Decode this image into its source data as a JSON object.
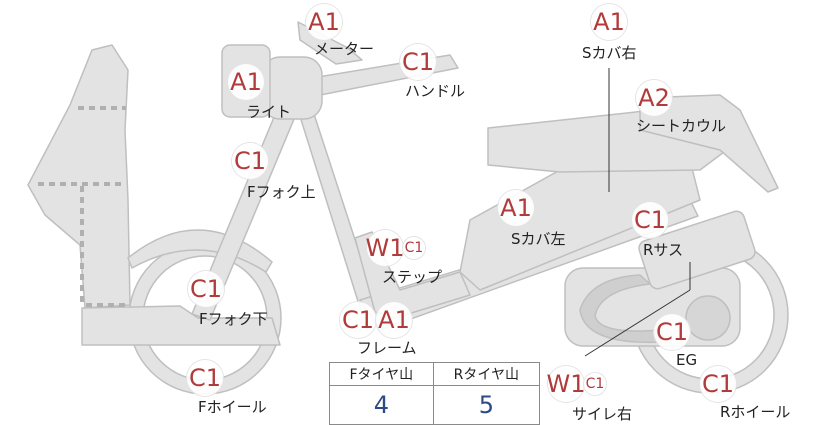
{
  "colors": {
    "grade": "#b13a3a",
    "tread_value": "#2b4a86",
    "body_fill": "#e3e3e3",
    "body_stroke": "#bfbfbf"
  },
  "parts": [
    {
      "id": "meter",
      "grades": [
        "A1"
      ],
      "label": "メーター"
    },
    {
      "id": "light",
      "grades": [
        "A1"
      ],
      "label": "ライト"
    },
    {
      "id": "handle",
      "grades": [
        "C1"
      ],
      "label": "ハンドル"
    },
    {
      "id": "s-cover-right",
      "grades": [
        "A1"
      ],
      "label": "Sカバ右"
    },
    {
      "id": "seat-cowl",
      "grades": [
        "A2"
      ],
      "label": "シートカウル"
    },
    {
      "id": "f-fork-upper",
      "grades": [
        "C1"
      ],
      "label": "Fフォク上"
    },
    {
      "id": "s-cover-left",
      "grades": [
        "A1"
      ],
      "label": "Sカバ左"
    },
    {
      "id": "r-suspension",
      "grades": [
        "C1"
      ],
      "label": "Rサス"
    },
    {
      "id": "step",
      "grades": [
        "W1",
        "C1"
      ],
      "label": "ステップ"
    },
    {
      "id": "f-fork-lower",
      "grades": [
        "C1"
      ],
      "label": "Fフォク下"
    },
    {
      "id": "frame",
      "grades": [
        "C1",
        "A1"
      ],
      "label": "フレーム"
    },
    {
      "id": "engine",
      "grades": [
        "C1"
      ],
      "label": "EG"
    },
    {
      "id": "f-wheel",
      "grades": [
        "C1"
      ],
      "label": "Fホイール"
    },
    {
      "id": "muffler-right",
      "grades": [
        "W1",
        "C1"
      ],
      "label": "サイレ右"
    },
    {
      "id": "r-wheel",
      "grades": [
        "C1"
      ],
      "label": "Rホイール"
    }
  ],
  "tread": {
    "front_header": "Fタイヤ山",
    "rear_header": "Rタイヤ山",
    "front_value": "4",
    "rear_value": "5"
  }
}
